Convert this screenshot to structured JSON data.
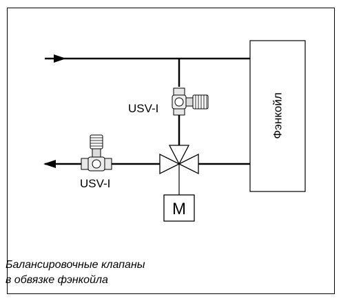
{
  "diagram": {
    "fancoil_label": "Фэнкойл",
    "motor_label": "M",
    "valve_top_label": "USV-I",
    "valve_bottom_label": "USV-I"
  },
  "caption": {
    "line1": "Балансировочные клапаны",
    "line2": "в обвязке фэнкойла"
  }
}
